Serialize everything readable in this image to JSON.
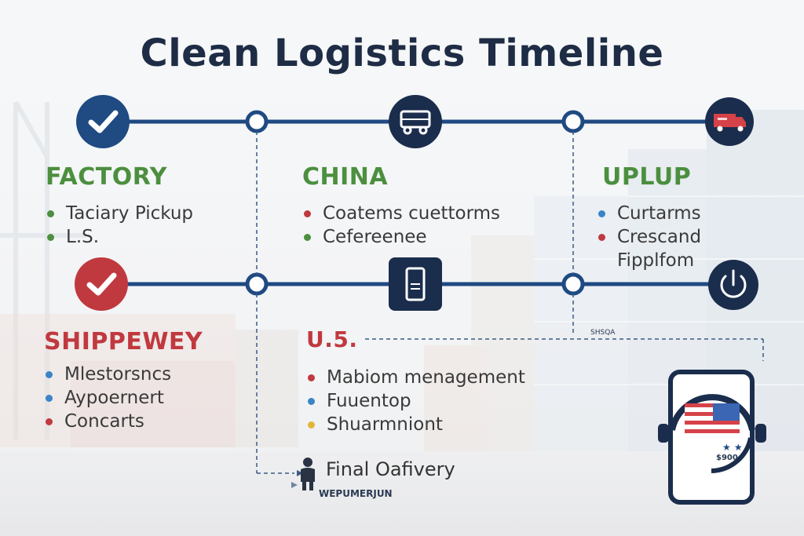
{
  "title": "Clean Logistics Timeline",
  "colors": {
    "navy": "#1f4a82",
    "dark": "#1b2d4d",
    "green": "#4c8f3f",
    "red": "#c0393f",
    "blue": "#3a84c8",
    "yellow": "#e1b73a"
  },
  "icons": [
    "check-icon",
    "truck-icon",
    "delivery-van-icon",
    "phone-icon",
    "power-icon",
    "person-icon",
    "flag-icon"
  ],
  "stages": {
    "factory": {
      "heading": "FACTORY",
      "items": [
        "Taciary Pickup",
        "L.S."
      ]
    },
    "china": {
      "heading": "CHINA",
      "items": [
        "Coatems cuettorms",
        "Cefereenee"
      ]
    },
    "uplup": {
      "heading": "UPLUP",
      "items": [
        "Curtarms",
        "Crescand",
        "Fipplfom"
      ]
    },
    "shippewey": {
      "heading": "SHIPPEWEY",
      "items": [
        "Mlestorsncs",
        "Aypoernert",
        "Concarts"
      ]
    },
    "us": {
      "heading": "U.5.",
      "items": [
        "Mabiom menagement",
        "Fuuentop",
        "Shuarmniont"
      ]
    }
  },
  "final_delivery": {
    "label": "Final Oafivery",
    "caption": "WEPUMERJUN"
  },
  "device": {
    "price": "$900"
  },
  "tag": "SHSQA"
}
